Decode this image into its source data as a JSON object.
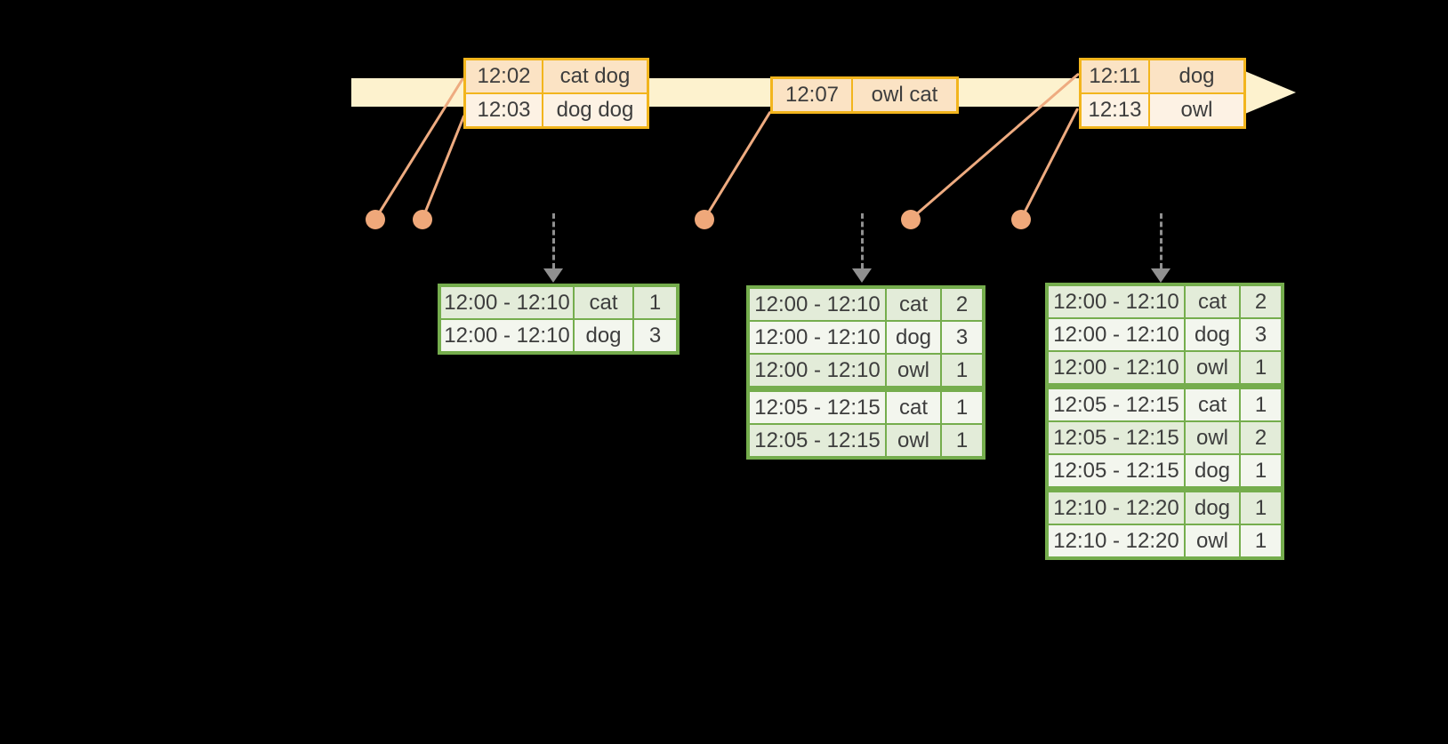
{
  "colors": {
    "canvas_bg": "#000000",
    "timeline_band": "#fdf2ce",
    "event_table_border": "#f2b51d",
    "event_row_a": "#fbe3c4",
    "event_row_b": "#fdf2e4",
    "connector": "#eeab80",
    "dot": "#efa87a",
    "arrow_gray": "#909090",
    "result_table_border": "#75ad4d",
    "result_row_a": "#e3ecd9",
    "result_row_b": "#f3f6ee",
    "text": "#3d3d3d"
  },
  "icons": {
    "timeline_arrow": "right-arrow",
    "trigger_arrow": "down-dashed-arrow",
    "event_dot": "circle"
  },
  "event_tables": [
    {
      "rows": [
        [
          "12:02",
          "cat dog"
        ],
        [
          "12:03",
          "dog dog"
        ]
      ]
    },
    {
      "rows": [
        [
          "12:07",
          "owl cat"
        ]
      ]
    },
    {
      "rows": [
        [
          "12:11",
          "dog"
        ],
        [
          "12:13",
          "owl"
        ]
      ]
    }
  ],
  "result_tables": [
    {
      "rows": [
        [
          "12:00 - 12:10",
          "cat",
          "1"
        ],
        [
          "12:00 - 12:10",
          "dog",
          "3"
        ]
      ]
    },
    {
      "rows": [
        [
          "12:00 - 12:10",
          "cat",
          "2"
        ],
        [
          "12:00 - 12:10",
          "dog",
          "3"
        ],
        [
          "12:00 - 12:10",
          "owl",
          "1"
        ],
        [
          "12:05 - 12:15",
          "cat",
          "1"
        ],
        [
          "12:05 - 12:15",
          "owl",
          "1"
        ]
      ]
    },
    {
      "rows": [
        [
          "12:00 - 12:10",
          "cat",
          "2"
        ],
        [
          "12:00 - 12:10",
          "dog",
          "3"
        ],
        [
          "12:00 - 12:10",
          "owl",
          "1"
        ],
        [
          "12:05 - 12:15",
          "cat",
          "1"
        ],
        [
          "12:05 - 12:15",
          "owl",
          "2"
        ],
        [
          "12:05 - 12:15",
          "dog",
          "1"
        ],
        [
          "12:10 - 12:20",
          "dog",
          "1"
        ],
        [
          "12:10 - 12:20",
          "owl",
          "1"
        ]
      ]
    }
  ]
}
